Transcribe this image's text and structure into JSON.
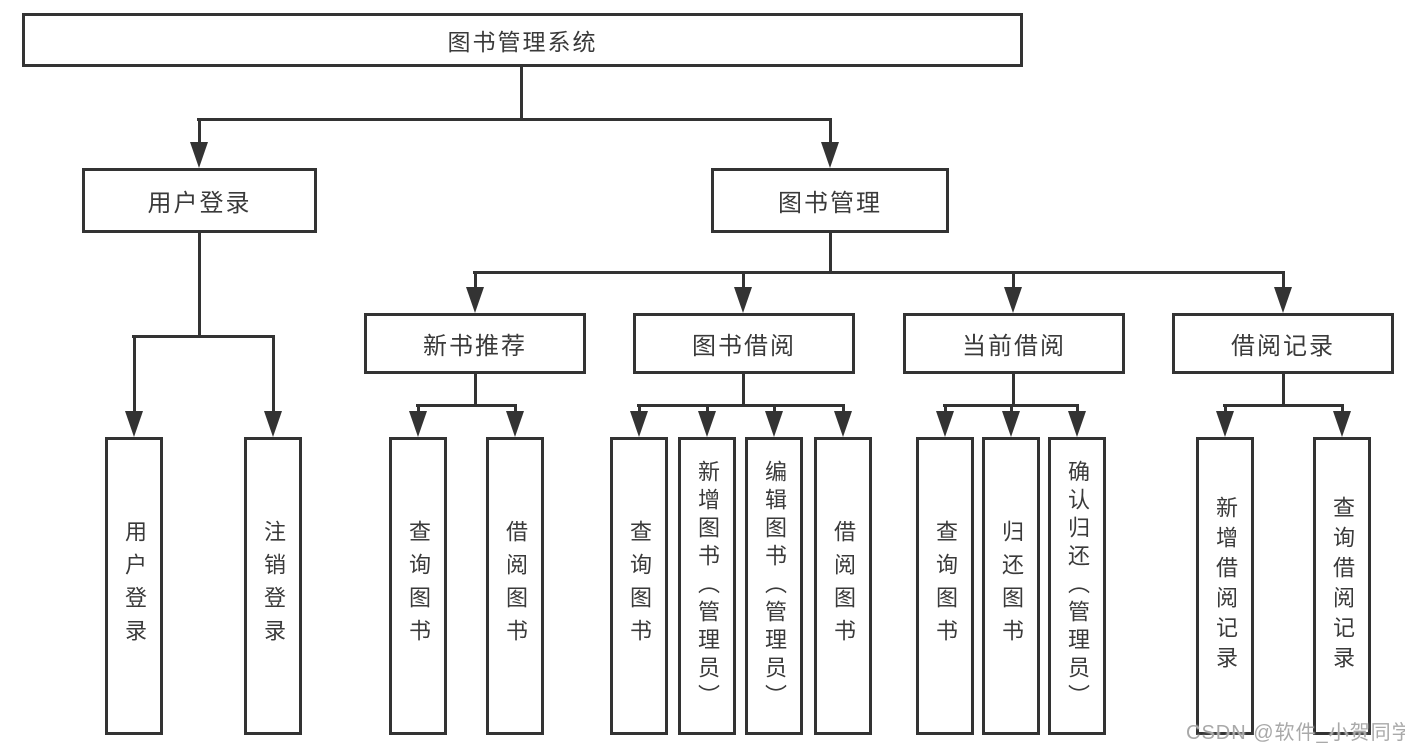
{
  "colors": {
    "line": "#333333",
    "text": "#3a3a3a",
    "bg": "#ffffff",
    "watermark": "#a9a9a9"
  },
  "watermark": "CSDN @软件_小贺同学",
  "tree": {
    "root": "图书管理系统",
    "branches": [
      {
        "label": "用户登录",
        "children": [
          "用户登录",
          "注销登录"
        ]
      },
      {
        "label": "图书管理",
        "modules": [
          {
            "label": "新书推荐",
            "children": [
              "查询图书",
              "借阅图书"
            ]
          },
          {
            "label": "图书借阅",
            "children": [
              "查询图书",
              "新增图书（管理员）",
              "编辑图书（管理员）",
              "借阅图书"
            ]
          },
          {
            "label": "当前借阅",
            "children": [
              "查询图书",
              "归还图书",
              "确认归还（管理员）"
            ]
          },
          {
            "label": "借阅记录",
            "children": [
              "新增借阅记录",
              "查询借阅记录"
            ]
          }
        ]
      }
    ]
  }
}
